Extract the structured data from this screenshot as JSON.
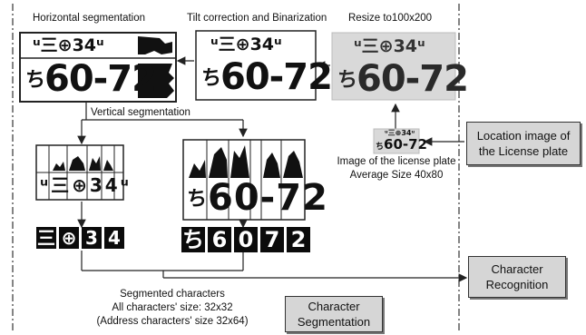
{
  "labels": {
    "horizontal_segmentation": "Horizontal segmentation",
    "tilt_correction": "Tilt correction and Binarization",
    "resize": "Resize to100x200",
    "vertical_segmentation": "Vertical segmentation",
    "plate_caption_line1": "Image of the license plate",
    "plate_caption_line2": "Average Size 40x80",
    "segmented_line1": "Segmented characters",
    "segmented_line2": "All characters' size: 32x32",
    "segmented_line3": "(Address characters' size 32x64)"
  },
  "boxes": {
    "location_line1": "Location image of",
    "location_line2": "the License plate",
    "recognition_line1": "Character",
    "recognition_line2": "Recognition",
    "segmentation_line1": "Character",
    "segmentation_line2": "Segmentation"
  },
  "plate": {
    "top_row": "ᵘ三⊕34ᵘ",
    "number": "60-72",
    "prefix_glyph": "ち"
  },
  "segments": {
    "address_chars": [
      "三",
      "⊕",
      "3",
      "4"
    ],
    "number_chars": [
      "ち",
      "6",
      "0",
      "7",
      "2"
    ]
  },
  "colors": {
    "box_fill": "#d6d6d6",
    "line": "#222222"
  }
}
